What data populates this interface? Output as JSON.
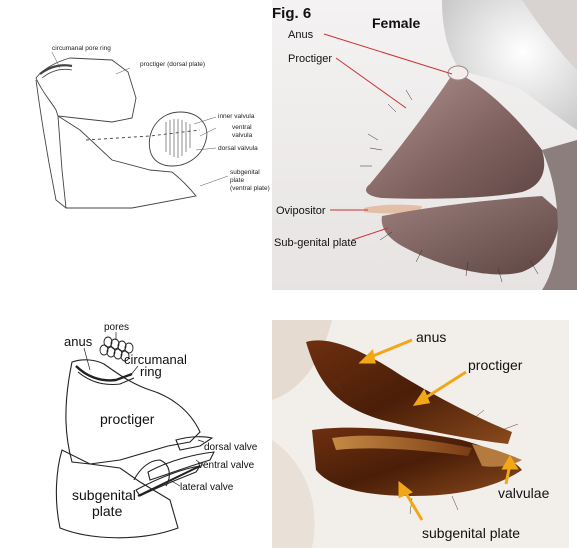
{
  "panel_top_left": {
    "labels": {
      "circumanal": "circumanal pore ring",
      "proctiger": "proctiger (dorsal plate)",
      "inner": "inner valvula",
      "ventral1": "ventral",
      "ventral2": "valvula",
      "dorsal": "dorsal valvula",
      "subgenital1": "subgenital",
      "subgenital2": "plate",
      "subgenital3": "(ventral plate)"
    }
  },
  "panel_top_right": {
    "fig": "Fig. 6",
    "female": "Female",
    "labels": {
      "anus": "Anus",
      "proctiger": "Proctiger",
      "ovipositor": "Ovipositor",
      "subgenital": "Sub-genital plate"
    }
  },
  "panel_bottom_left": {
    "labels": {
      "pores": "pores",
      "anus": "anus",
      "circumanal1": "circumanal",
      "circumanal2": "ring",
      "proctiger": "proctiger",
      "dorsal": "dorsal valve",
      "ventral": "ventral valve",
      "lateral": "lateral valve",
      "subgenital1": "subgenital",
      "subgenital2": "plate"
    }
  },
  "panel_bottom_right": {
    "labels": {
      "anus": "anus",
      "proctiger": "proctiger",
      "valvulae": "valvulae",
      "subgenital": "subgenital plate"
    }
  },
  "colors": {
    "leader_red": "#cc3333",
    "arrow_gold": "#f2a716",
    "line_art": "#333333"
  }
}
